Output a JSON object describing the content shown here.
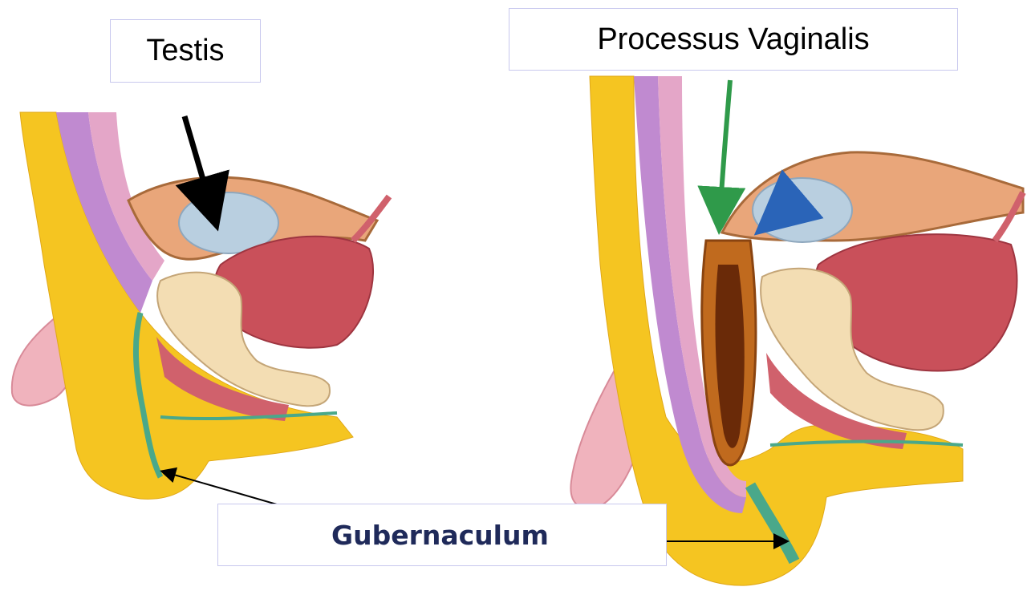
{
  "labels": {
    "testis": "Testis",
    "processus_vaginalis": "Processus Vaginalis",
    "gubernaculum": "Gubernaculum"
  },
  "colors": {
    "skin_yellow": "#f5c521",
    "gubernaculum_green": "#4aa88a",
    "fascia_purple": "#c08ad0",
    "fascia_pink": "#e4a6c8",
    "muscle_red": "#c9505a",
    "bone_cream": "#f3ddb3",
    "testis_blue": "#b9cfe0",
    "peritoneum_brown": "#a86a3a",
    "green_arrow": "#2f9a4a",
    "blue_arrow": "#2a64b8",
    "label_text_dark": "#1f2a5a"
  }
}
